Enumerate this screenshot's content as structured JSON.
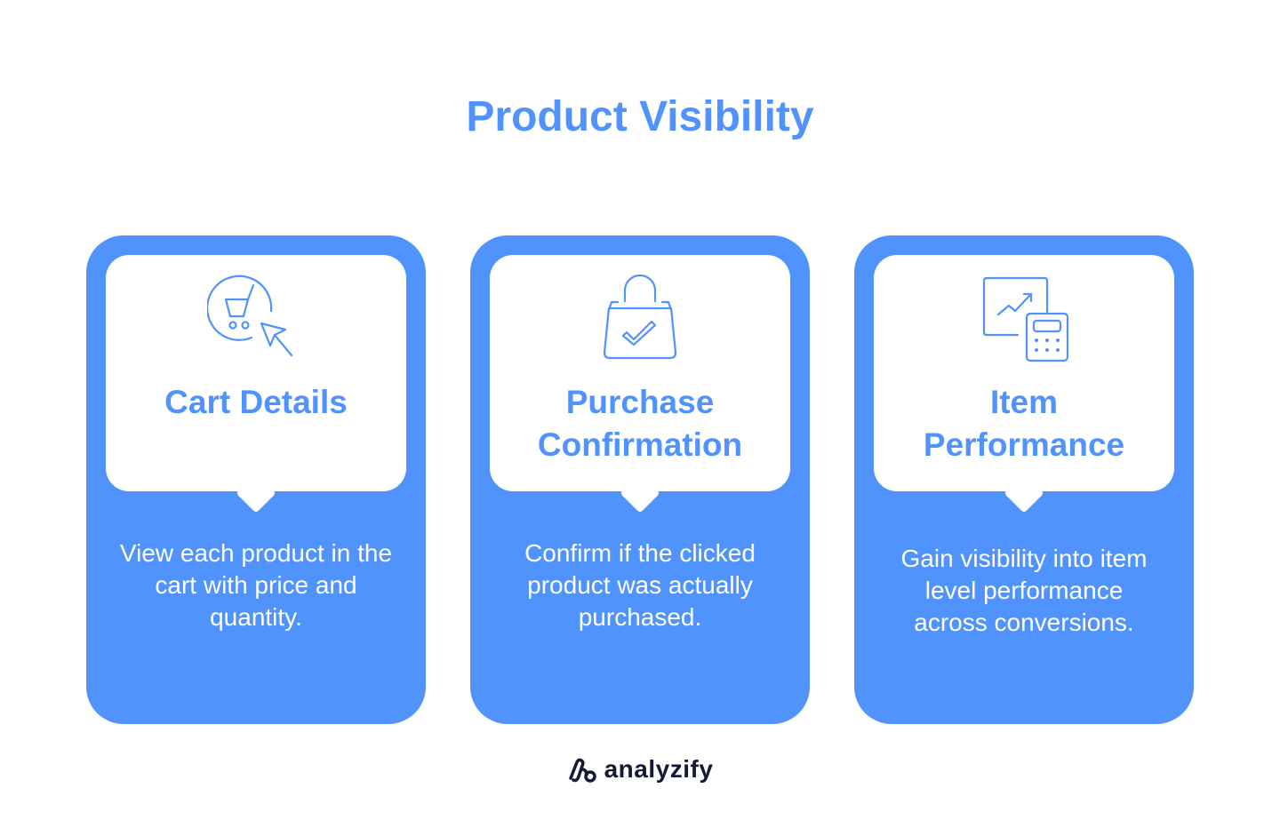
{
  "title": "Product Visibility",
  "colors": {
    "accent": "#5193fc",
    "card_inner": "#ffffff",
    "logo": "#141a33"
  },
  "cards": [
    {
      "icon": "cart-cursor-icon",
      "title": "Cart Details",
      "description": "View each product in the cart with price and quantity."
    },
    {
      "icon": "shopping-bag-check-icon",
      "title": "Purchase Confirmation",
      "description": "Confirm if the clicked product was actually purchased."
    },
    {
      "icon": "chart-calculator-icon",
      "title": "Item Performance",
      "description": "Gain visibility into item level performance across conversions."
    }
  ],
  "footer": {
    "logo_text": "analyzify"
  }
}
